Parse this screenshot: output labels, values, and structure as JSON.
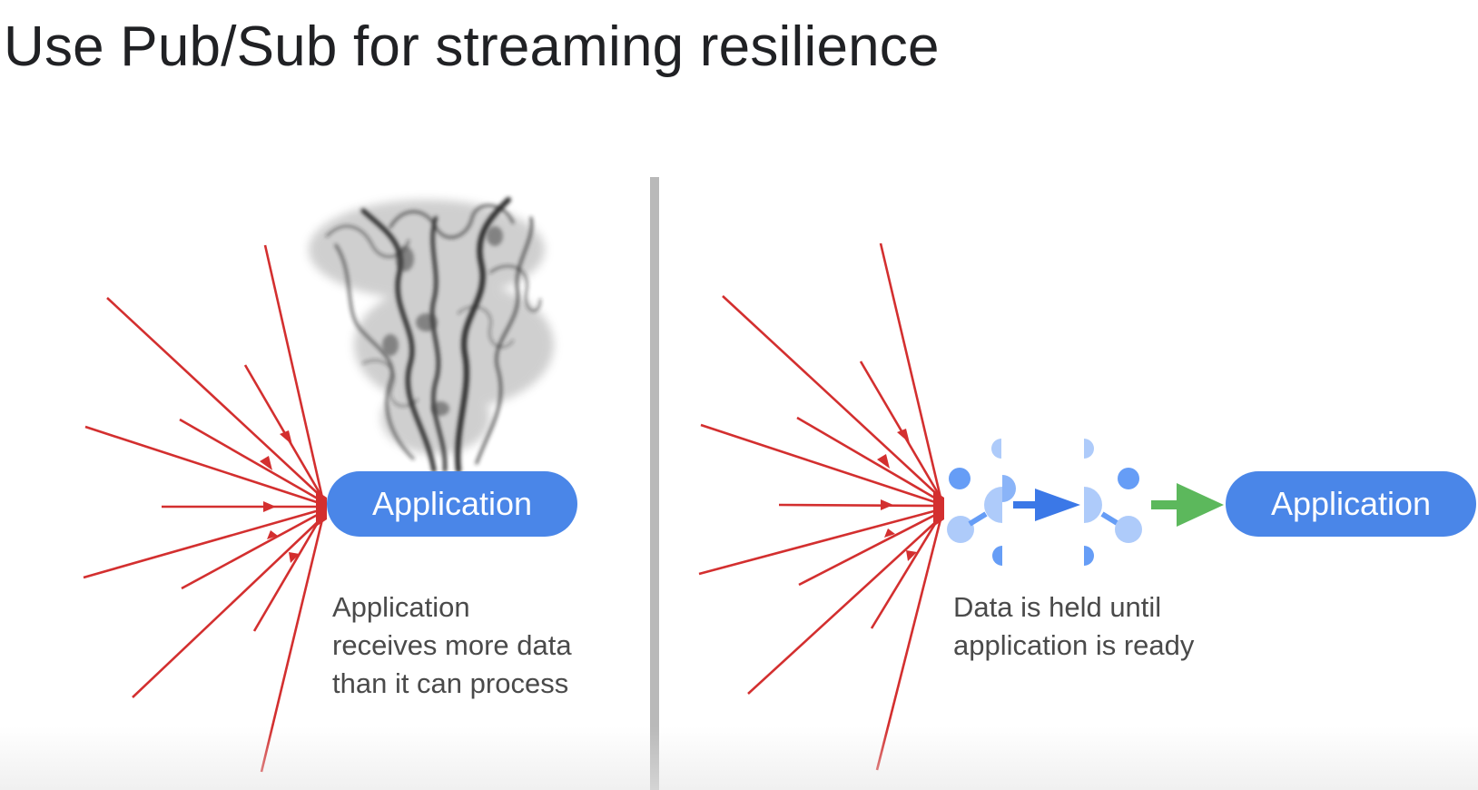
{
  "title": "Use Pub/Sub for streaming resilience",
  "left": {
    "app_label": "Application",
    "caption_lines": [
      "Application",
      "receives more data",
      "than it can process"
    ]
  },
  "right": {
    "app_label": "Application",
    "caption_lines": [
      "Data is held until",
      "application is ready"
    ]
  },
  "colors": {
    "arrow_red": "#d32f2f",
    "app_blue": "#4a86e8",
    "pubsub_light_blue": "#aecbfa",
    "pubsub_blue": "#8ab4f8",
    "flow_blue": "#3b78e7",
    "flow_green": "#5cb85c",
    "divider_gray": "#b9b9b9",
    "smoke": "#333333"
  },
  "icons": [
    "incoming-data-arrows",
    "smoke-icon",
    "pubsub-icon",
    "arrow-right-icon"
  ]
}
